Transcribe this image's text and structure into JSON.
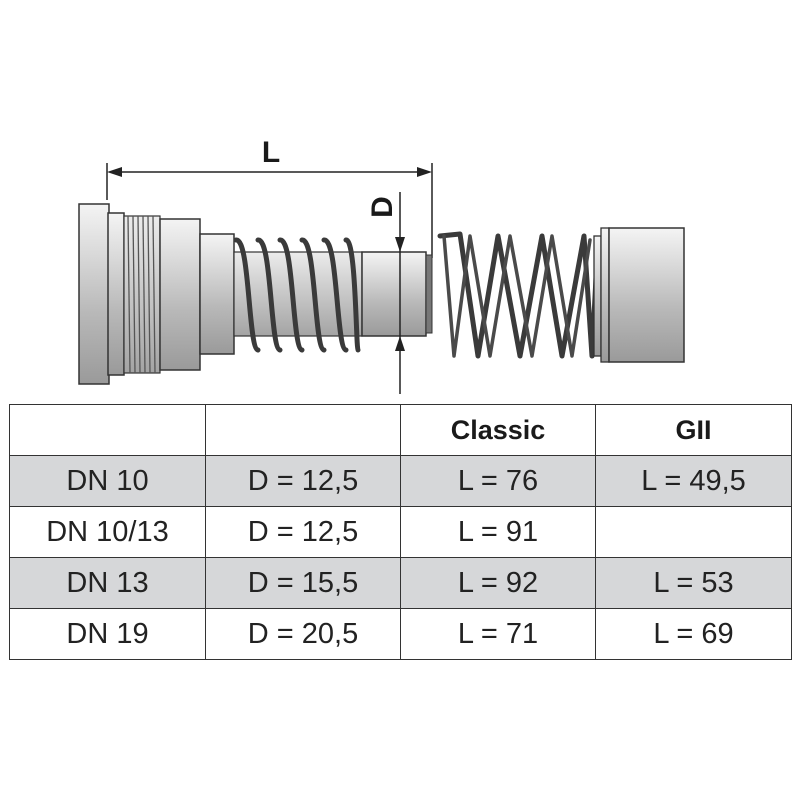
{
  "drawing": {
    "length_label": "L",
    "diameter_label": "D"
  },
  "table": {
    "headers": [
      "",
      "",
      "Classic",
      "GII"
    ],
    "rows": [
      [
        "DN 10",
        "D = 12,5",
        "L = 76",
        "L = 49,5"
      ],
      [
        "DN 10/13",
        "D = 12,5",
        "L = 91",
        ""
      ],
      [
        "DN 13",
        "D = 15,5",
        "L = 92",
        "L = 53"
      ],
      [
        "DN 19",
        "D = 20,5",
        "L = 71",
        "L = 69"
      ]
    ],
    "shaded_row_color": "#d6d7d9"
  }
}
